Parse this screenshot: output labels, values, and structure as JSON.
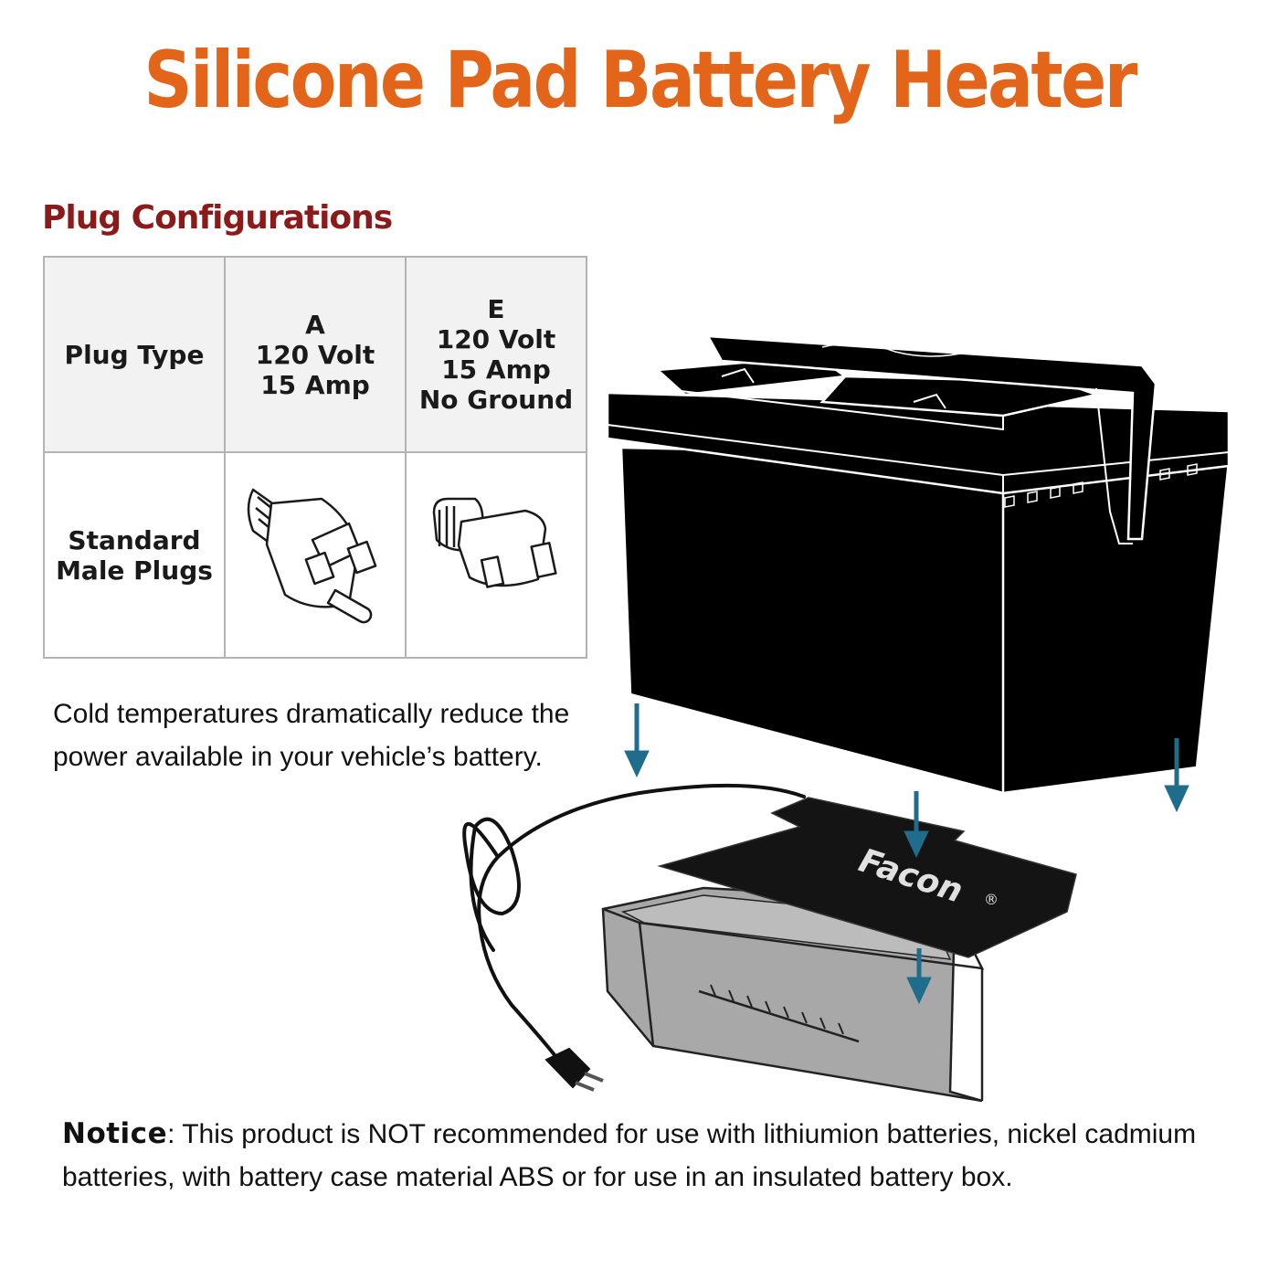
{
  "title": "Silicone Pad Battery Heater",
  "colors": {
    "title": "#e2651a",
    "heading": "#8b1a1a",
    "arrow": "#1f6c8c",
    "tray": "#a6a6a6",
    "pad": "#111111"
  },
  "plug_config": {
    "heading": "Plug Configurations",
    "row_labels": {
      "type": [
        "Plug Type"
      ],
      "plugs": [
        "Standard",
        "Male Plugs"
      ]
    },
    "columns": [
      {
        "lines": [
          "A",
          "120 Volt",
          "15 Amp"
        ],
        "icon": "three-prong-plug-icon"
      },
      {
        "lines": [
          "E",
          "120 Volt",
          "15 Amp",
          "No Ground"
        ],
        "icon": "two-prong-plug-icon"
      }
    ]
  },
  "lead_text": "Cold temperatures dramatically reduce the power available in your vehicle’s battery.",
  "pad_brand": "Facon",
  "pad_mark": "®",
  "notice": {
    "label": "Notice",
    "text": ": This product is NOT recommended for use with lithiumion batteries, nickel cadmium batteries, with battery case material ABS or for use in an insulated battery box."
  }
}
